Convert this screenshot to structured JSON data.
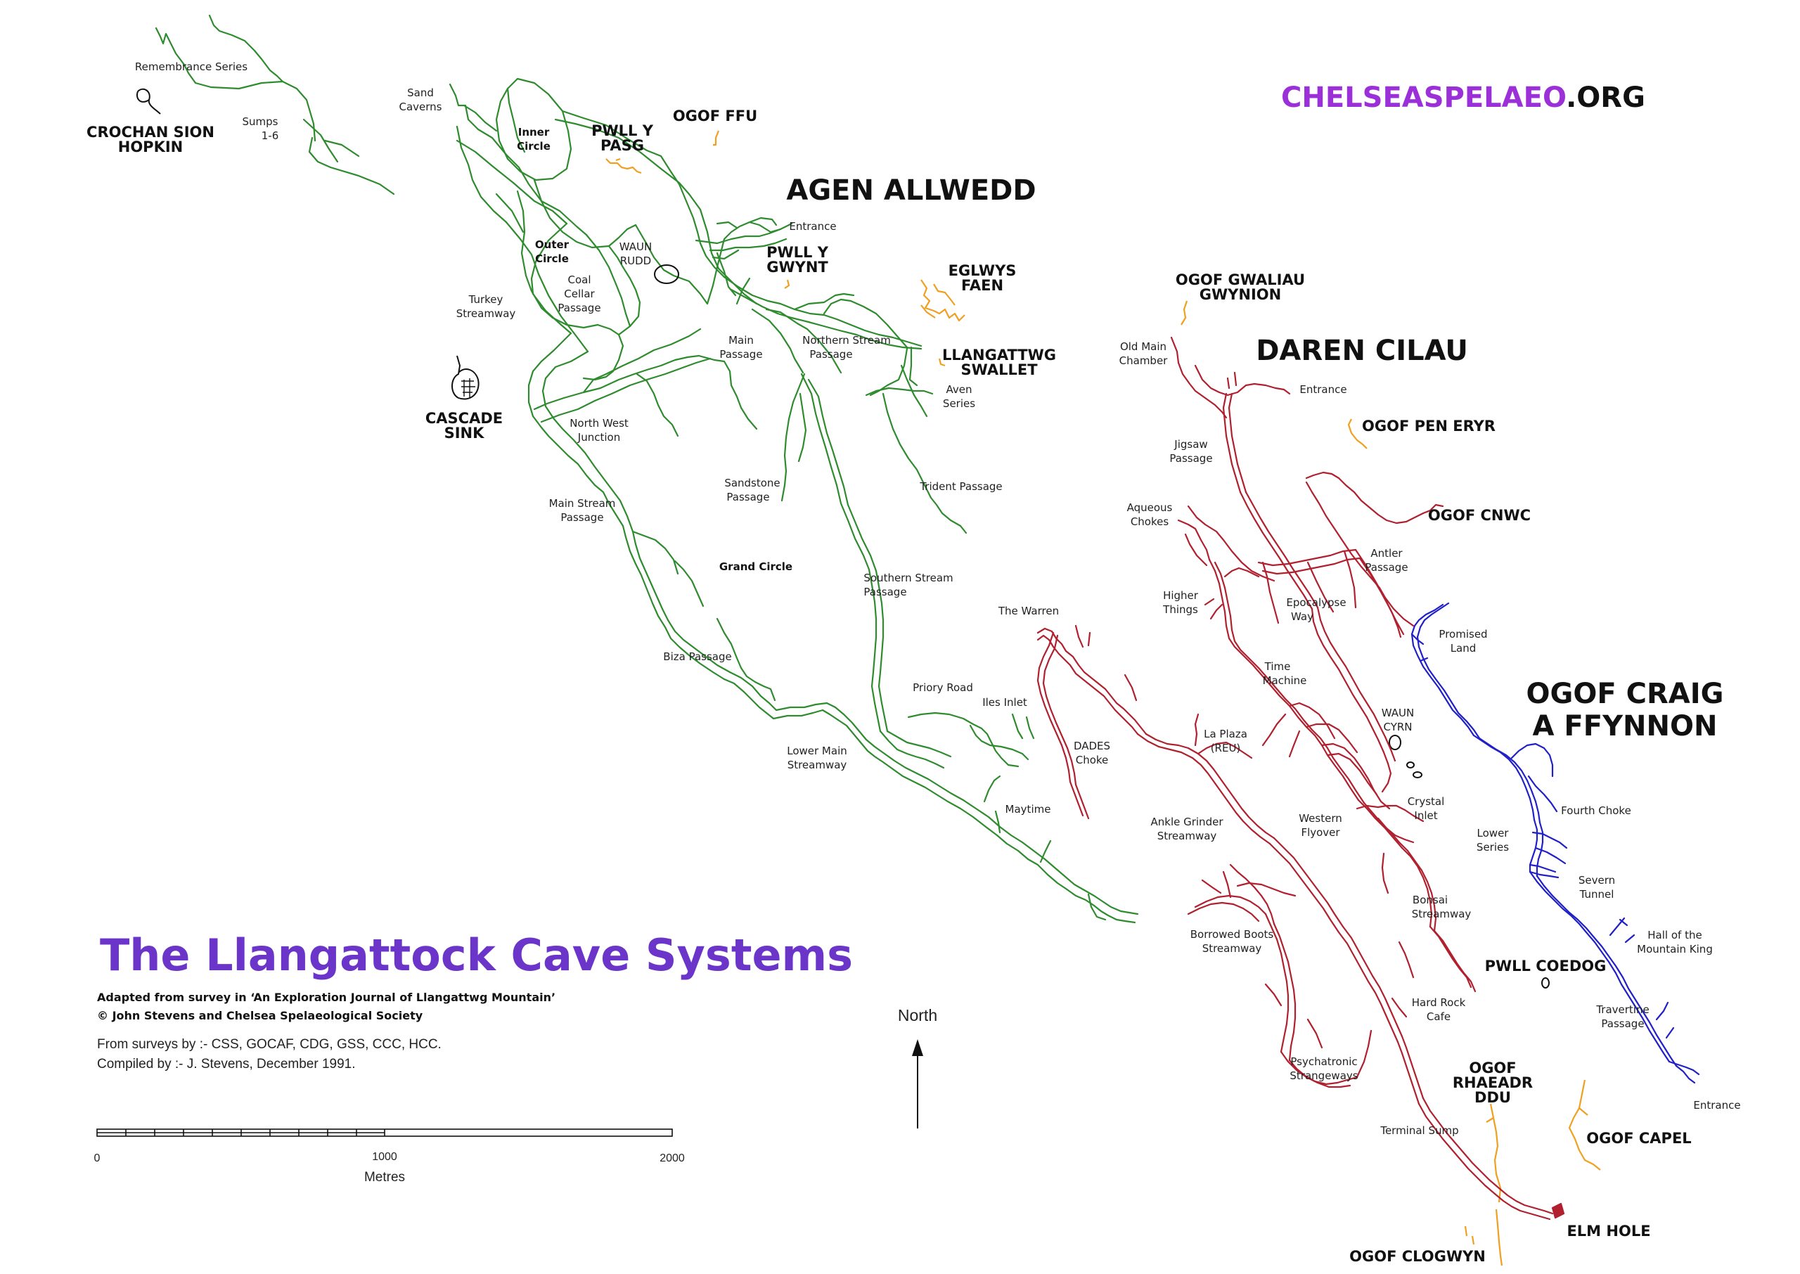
{
  "site": {
    "name_a": "CHELSEASPELAEO",
    "name_b": ".ORG",
    "color_a": "#9b30d9",
    "color_b": "#111111"
  },
  "title": {
    "text": "The Llangattock Cave Systems",
    "color": "#6a35c8"
  },
  "credits": {
    "line1": "Adapted from survey in ‘An Exploration Journal of Llangattwg Mountain’",
    "line2": "© John Stevens and Chelsea Spelaeological Society",
    "line3": "From surveys by :- CSS, GOCAF, CDG, GSS, CCC, HCC.",
    "line4": "Compiled by :- J. Stevens,  December 1991."
  },
  "scale": {
    "min": "0",
    "mid": "1000",
    "max": "2000",
    "unit": "Metres"
  },
  "north": {
    "label": "North"
  },
  "colors": {
    "agen_allwedd": "#2e8b2e",
    "daren_cilau": "#b0202e",
    "craig_a_ffynnon": "#2020c8",
    "minor_caves": "#f0a020"
  },
  "systems": {
    "agen_allwedd": "AGEN ALLWEDD",
    "daren_cilau": "DAREN CILAU",
    "craig_line1": "OGOF CRAIG",
    "craig_line2": "A FFYNNON"
  },
  "caves": {
    "crochan_1": "CROCHAN SION",
    "crochan_2": "HOPKIN",
    "pwll_pasg_1": "PWLL Y",
    "pwll_pasg_2": "PASG",
    "ogof_ffu": "OGOF FFU",
    "pwll_gwynt_1": "PWLL Y",
    "pwll_gwynt_2": "GWYNT",
    "eglwys_1": "EGLWYS",
    "eglwys_2": "FAEN",
    "llangattwg_1": "LLANGATTWG",
    "llangattwg_2": "SWALLET",
    "cascade_1": "CASCADE",
    "cascade_2": "SINK",
    "gwaliau_1": "OGOF GWALIAU",
    "gwaliau_2": "GWYNION",
    "pen_eryr": "OGOF PEN ERYR",
    "cnwc": "OGOF CNWC",
    "coedog": "PWLL COEDOG",
    "rhaeadr_1": "OGOF",
    "rhaeadr_2": "RHAEADR",
    "rhaeadr_3": "DDU",
    "capel": "OGOF CAPEL",
    "elm_hole": "ELM HOLE",
    "clogwyn": "OGOF CLOGWYN"
  },
  "labels": {
    "remembrance": "Remembrance Series",
    "sumps_1": "Sumps",
    "sumps_2": "1-6",
    "sand_1": "Sand",
    "sand_2": "Caverns",
    "inner_1": "Inner",
    "inner_2": "Circle",
    "outer_1": "Outer",
    "outer_2": "Circle",
    "waun_rudd_1": "WAUN",
    "waun_rudd_2": "RUDD",
    "aa_entrance": "Entrance",
    "coal_1": "Coal",
    "coal_2": "Cellar",
    "coal_3": "Passage",
    "turkey_1": "Turkey",
    "turkey_2": "Streamway",
    "main_passage_1": "Main",
    "main_passage_2": "Passage",
    "northern_1": "Northern Stream",
    "northern_2": "Passage",
    "aven_1": "Aven",
    "aven_2": "Series",
    "nw_junction_1": "North West",
    "nw_junction_2": "Junction",
    "trident": "Trident Passage",
    "sandstone_1": "Sandstone",
    "sandstone_2": "Passage",
    "main_stream_1": "Main Stream",
    "main_stream_2": "Passage",
    "grand_circle": "Grand Circle",
    "southern_1": "Southern Stream",
    "southern_2": "Passage",
    "biza": "Biza Passage",
    "priory": "Priory Road",
    "iles": "Iles Inlet",
    "lower_main_1": "Lower Main",
    "lower_main_2": "Streamway",
    "maytime": "Maytime",
    "warren": "The Warren",
    "dades_1": "DADES",
    "dades_2": "Choke",
    "old_main_1": "Old Main",
    "old_main_2": "Chamber",
    "dc_entrance": "Entrance",
    "jigsaw_1": "Jigsaw",
    "jigsaw_2": "Passage",
    "aqueous_1": "Aqueous",
    "aqueous_2": "Chokes",
    "antler_1": "Antler",
    "antler_2": "Passage",
    "higher_1": "Higher",
    "higher_2": "Things",
    "epocalypse_1": "Epocalypse",
    "epocalypse_2": "Way",
    "time_1": "Time",
    "time_2": "Machine",
    "promised_1": "Promised",
    "promised_2": "Land",
    "waun_cyrn_1": "WAUN",
    "waun_cyrn_2": "CYRN",
    "la_plaza_1": "La Plaza",
    "la_plaza_2": "(REU)",
    "crystal_1": "Crystal",
    "crystal_2": "Inlet",
    "ankle_1": "Ankle Grinder",
    "ankle_2": "Streamway",
    "western_1": "Western",
    "western_2": "Flyover",
    "fourth_choke": "Fourth Choke",
    "lower_series_1": "Lower",
    "lower_series_2": "Series",
    "severn_1": "Severn",
    "severn_2": "Tunnel",
    "bonsai_1": "Bonsai",
    "bonsai_2": "Streamway",
    "borrowed_1": "Borrowed Boots",
    "borrowed_2": "Streamway",
    "hall_1": "Hall of the",
    "hall_2": "Mountain King",
    "hard_rock_1": "Hard Rock",
    "hard_rock_2": "Cafe",
    "travertine_1": "Travertine",
    "travertine_2": "Passage",
    "psych_1": "Psychatronic",
    "psych_2": "Strangeways",
    "terminal": "Terminal Sump",
    "ocf_entrance": "Entrance"
  }
}
